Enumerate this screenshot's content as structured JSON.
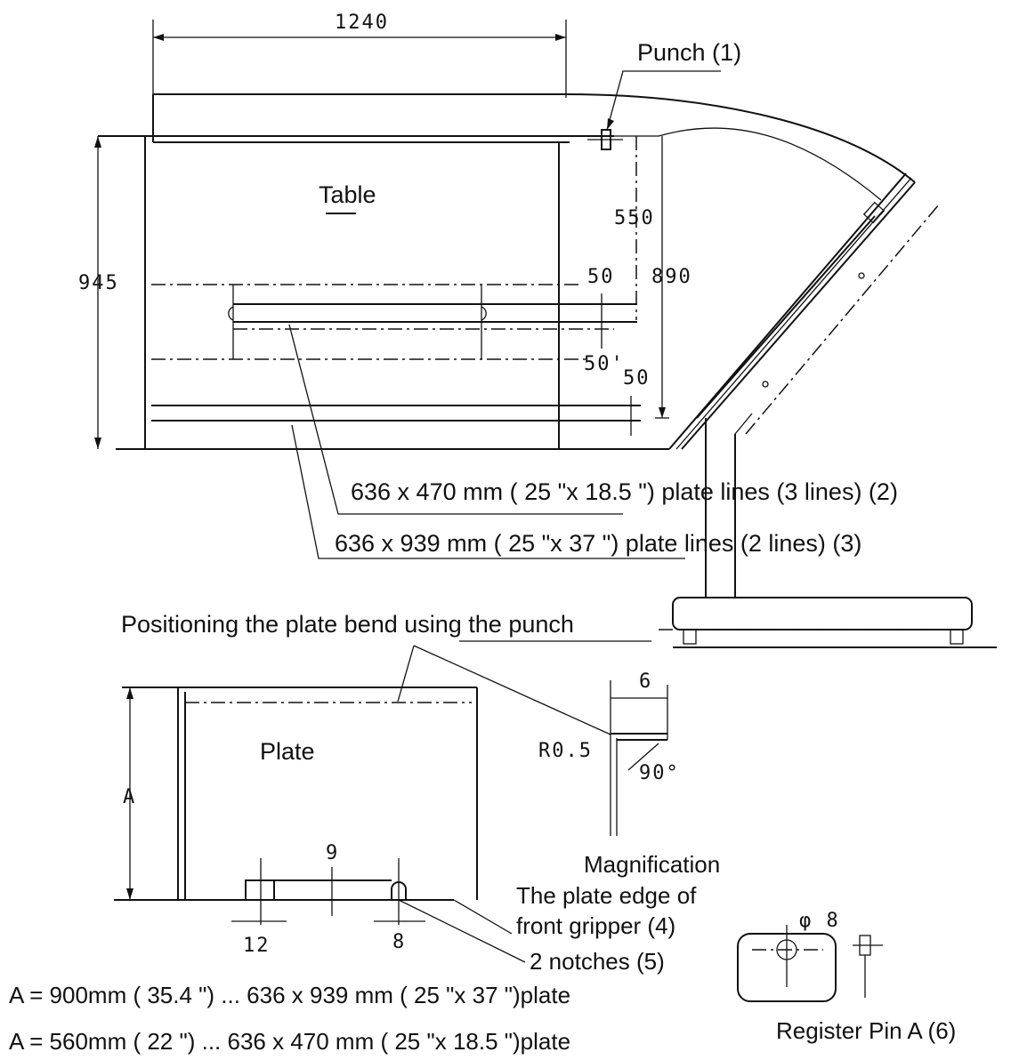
{
  "title_table": "Table",
  "title_plate": "Plate",
  "dims": {
    "width_1240": "1240",
    "height_945": "945",
    "d550": "550",
    "d890": "890",
    "d50a": "50",
    "d50b": "50'",
    "d50c": "50",
    "d6": "6",
    "r05": "R0.5",
    "angle90": "90°",
    "dimA": "A",
    "d9": "9",
    "d12": "12",
    "d8": "8",
    "phi8": "φ 8"
  },
  "labels": {
    "punch": "Punch (1)",
    "plate_lines_3": "636 x 470 mm ( 25 \"x 18.5 \") plate lines (3 lines) (2)",
    "plate_lines_2": "636 x 939 mm ( 25 \"x 37 \") plate lines (2 lines) (3)",
    "positioning": "Positioning the plate bend using the punch",
    "magnification": "Magnification",
    "front_gripper_1": "The plate edge of",
    "front_gripper_2": "front gripper (4)",
    "notches": "2 notches (5)",
    "register_pin": "Register Pin A (6)",
    "formula_1": "A = 900mm ( 35.4 \") ... 636 x 939 mm ( 25 \"x 37 \")plate",
    "formula_2": "A = 560mm ( 22 \")    ... 636 x 470 mm ( 25 \"x 18.5 \")plate"
  }
}
